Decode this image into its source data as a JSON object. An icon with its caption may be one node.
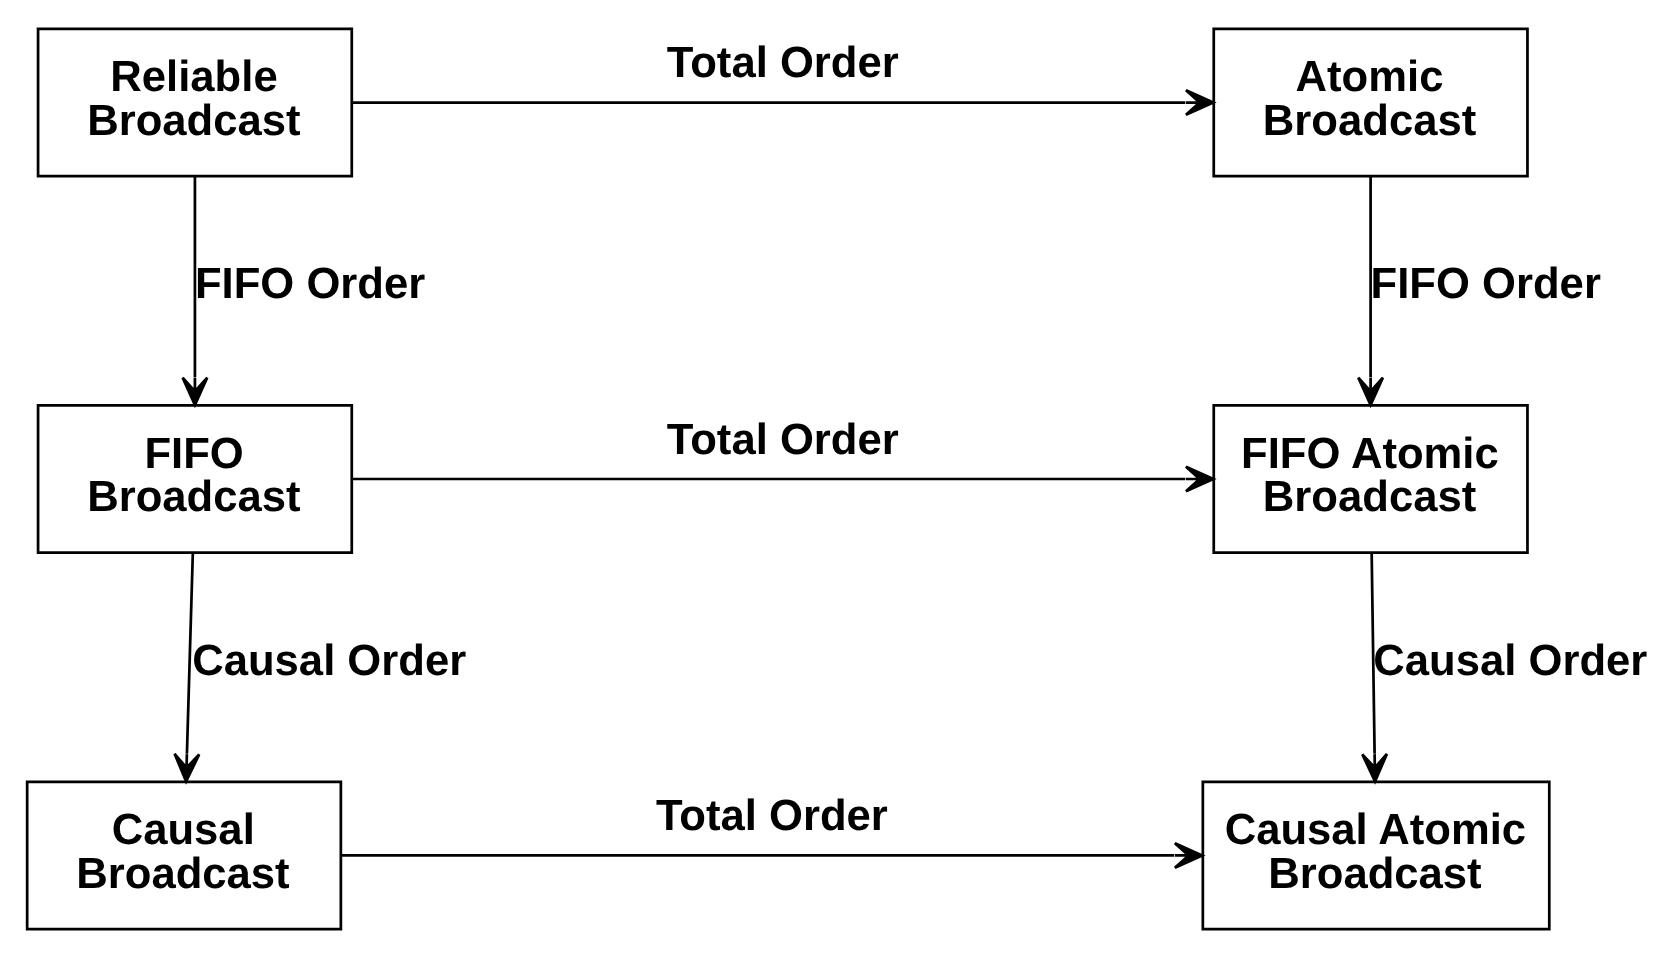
{
  "diagram": {
    "nodes": [
      {
        "text": [
          "Reliable Broadcast"
        ]
      },
      {
        "text": [
          "Atomic Broadcast"
        ]
      },
      {
        "text": [
          "FIFO Broadcast"
        ]
      },
      {
        "text": [
          "FIFO Atomic Broadcast"
        ]
      },
      {
        "text": [
          "Causal Broadcast"
        ]
      },
      {
        "text": [
          "Causal Atomic Broadcast"
        ]
      }
    ],
    "edges": [
      {
        "from": 0,
        "to": 1,
        "arrow": "to",
        "label": "Total Order"
      },
      {
        "from": 0,
        "to": 2,
        "arrow": "to",
        "label": "FIFO Order"
      },
      {
        "from": 1,
        "to": 3,
        "arrow": "to",
        "label": "FIFO Order"
      },
      {
        "from": 2,
        "to": 3,
        "arrow": "to",
        "label": "Total Order"
      },
      {
        "from": 2,
        "to": 4,
        "arrow": "to",
        "label": "Causal Order"
      },
      {
        "from": 3,
        "to": 5,
        "arrow": "to",
        "label": "Causal Order"
      },
      {
        "from": 4,
        "to": 5,
        "arrow": "to",
        "label": "Total Order"
      }
    ]
  }
}
